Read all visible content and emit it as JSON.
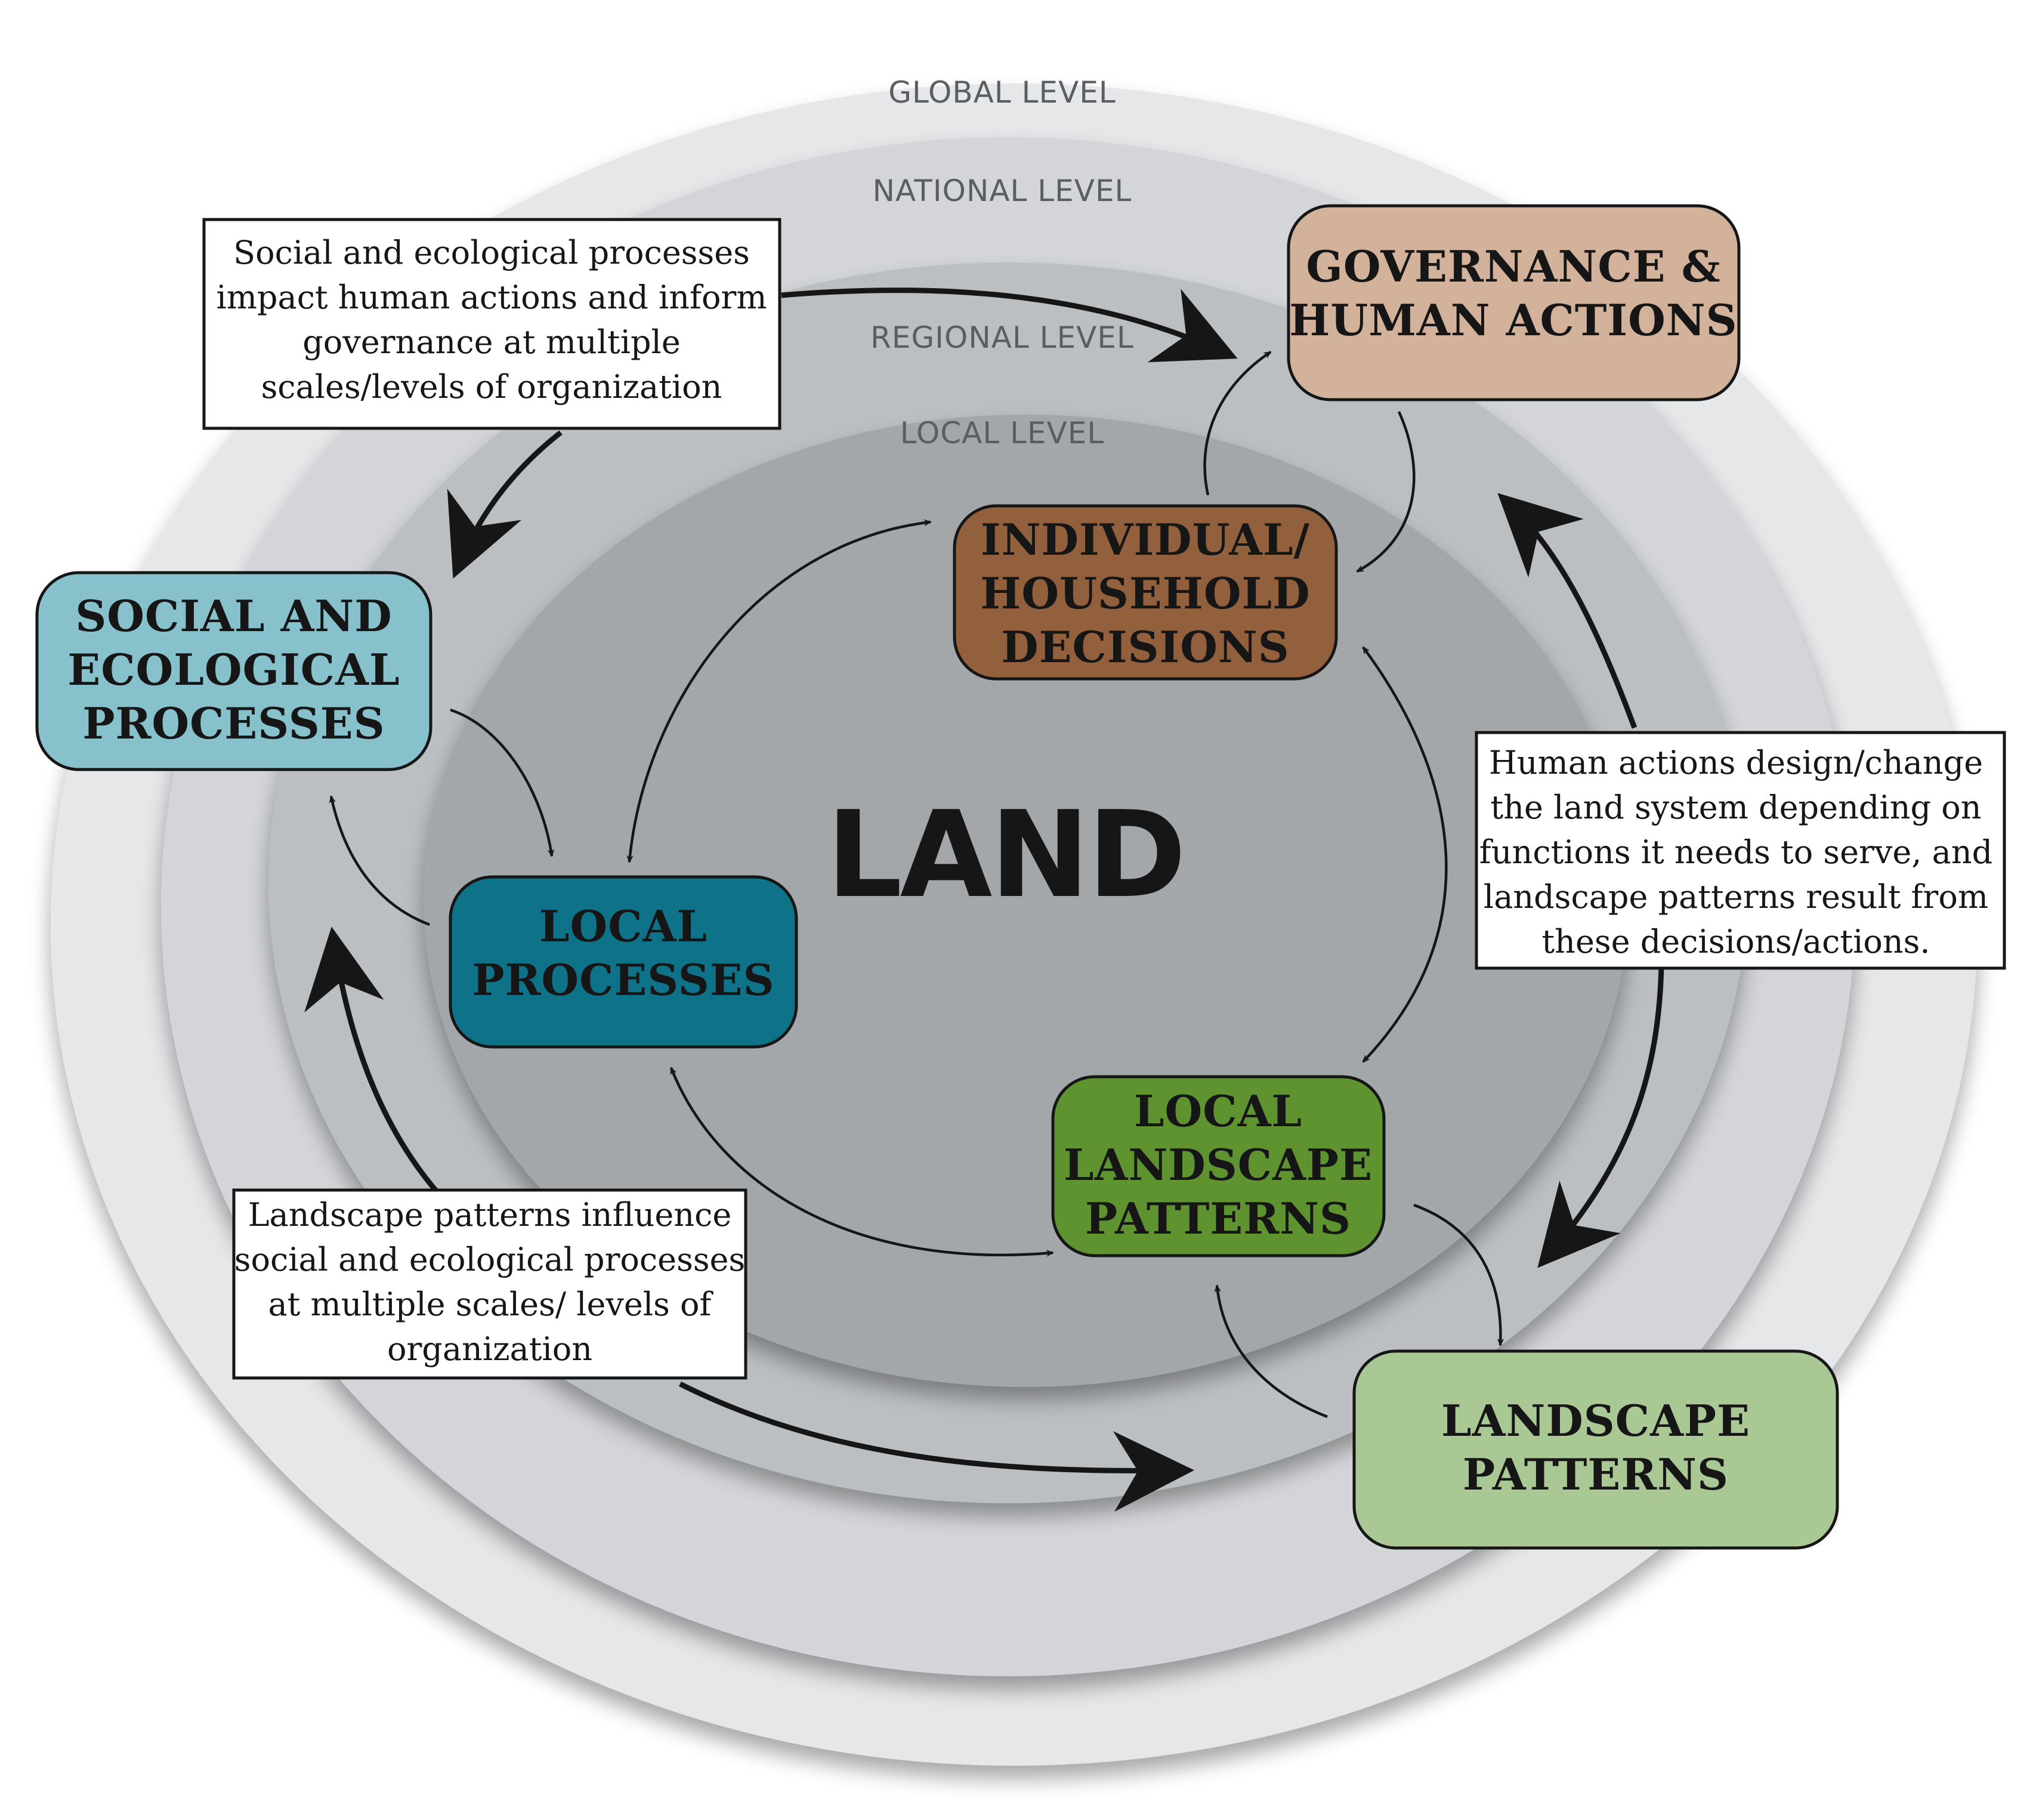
{
  "levels": {
    "global": "GLOBAL LEVEL",
    "national": "NATIONAL LEVEL",
    "regional": "REGIONAL LEVEL",
    "local": "LOCAL LEVEL"
  },
  "center_label": "LAND",
  "nodes": {
    "governance": {
      "lines": [
        "GOVERNANCE &",
        "HUMAN ACTIONS"
      ],
      "color": "#d2b29b"
    },
    "social_ecological": {
      "lines": [
        "SOCIAL AND",
        "ECOLOGICAL",
        "PROCESSES"
      ],
      "color": "#86c1cc"
    },
    "individual": {
      "lines": [
        "INDIVIDUAL/",
        "HOUSEHOLD",
        "DECISIONS"
      ],
      "color": "#93603d"
    },
    "local_processes": {
      "lines": [
        "LOCAL",
        "PROCESSES"
      ],
      "color": "#0e7389"
    },
    "local_landscape": {
      "lines": [
        "LOCAL",
        "LANDSCAPE",
        "PATTERNS"
      ],
      "color": "#5f9330"
    },
    "landscape": {
      "lines": [
        "LANDSCAPE",
        "PATTERNS"
      ],
      "color": "#a9c894"
    }
  },
  "notes": {
    "top_left": [
      "Social and ecological processes",
      "impact human actions and inform",
      "governance at multiple",
      "scales/levels of organization"
    ],
    "right": [
      "Human actions design/change",
      "the land system depending on",
      "functions it needs to serve, and",
      "landscape patterns result from",
      "these decisions/actions."
    ],
    "bottom_left": [
      "Landscape patterns influence",
      "social and ecological processes",
      "at multiple scales/ levels of",
      "organization"
    ]
  },
  "colors": {
    "ring_global": "#e5e7e9",
    "ring_national": "#d3d5d8",
    "ring_regional": "#bcbfc2",
    "ring_local": "#a4a7aa",
    "arrow": "#161616"
  }
}
